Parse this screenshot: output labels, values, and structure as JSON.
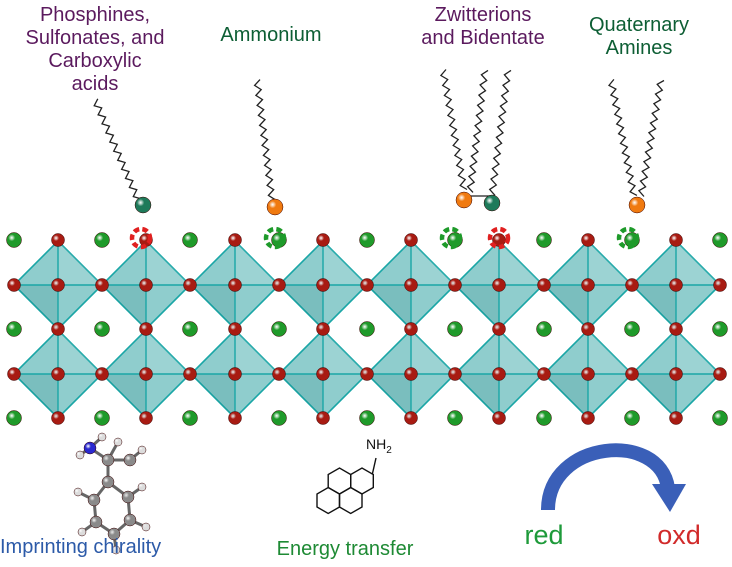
{
  "ligand_labels": [
    {
      "line1": "Phosphines,",
      "line2": "Sulfonates, and",
      "line3": "Carboxylic",
      "line4": "acids",
      "color": "#5b1a5e"
    },
    {
      "line1": "Ammonium",
      "color": "#0d5e34"
    },
    {
      "line1": "Zwitterions",
      "line2": "and Bidentate",
      "color": "#5b1a5e"
    },
    {
      "line1": "Quaternary",
      "line2": "Amines",
      "color": "#0d5e34"
    }
  ],
  "bottom_labels": {
    "chirality": "Imprinting chirality",
    "energy": "Energy transfer",
    "nh2": "NH",
    "nh2_sub": "2",
    "red": "red",
    "oxd": "oxd"
  },
  "colors": {
    "octahedron_fill": "#5fb8b8",
    "octahedron_edge": "#1aa6a6",
    "halide": "#a81b12",
    "cation": "#1f9a2a",
    "head_orange": "#f07a10",
    "head_teal": "#1e7a5a",
    "vacancy_red": "#e02020",
    "vacancy_green": "#1e9a2a",
    "arrow_blue": "#3a5fb8"
  }
}
